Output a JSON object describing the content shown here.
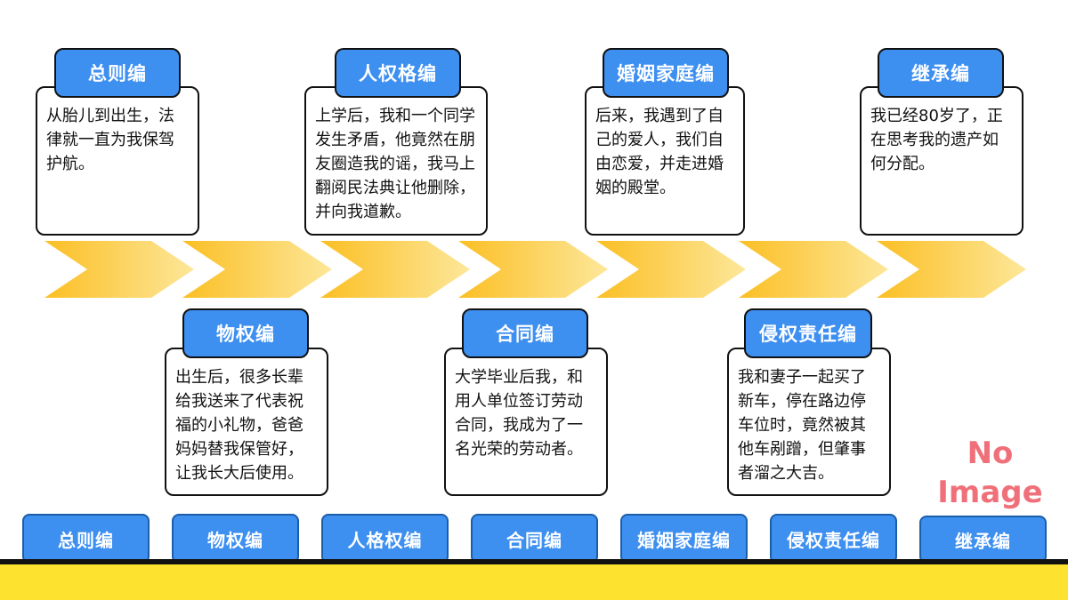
{
  "top_row": [
    {
      "tag": "总则编",
      "text": "从胎儿到出生，法律就一直为我保驾护航。"
    },
    {
      "tag": "人权格编",
      "text": "上学后，我和一个同学发生矛盾，他竟然在朋友圈造我的谣，我马上翻阅民法典让他删除，并向我道歉。"
    },
    {
      "tag": "婚姻家庭编",
      "text": "后来，我遇到了自己的爱人，我们自由恋爱，并走进婚姻的殿堂。"
    },
    {
      "tag": "继承编",
      "text": "我已经80岁了，正在思考我的遗产如何分配。"
    }
  ],
  "bottom_row": [
    {
      "tag": "物权编",
      "text": "出生后，很多长辈给我送来了代表祝福的小礼物，爸爸妈妈替我保管好，让我长大后使用。"
    },
    {
      "tag": "合同编",
      "text": "大学毕业后我，和用人单位签订劳动合同，我成为了一名光荣的劳动者。"
    },
    {
      "tag": "侵权责任编",
      "text": "我和妻子一起买了新车，停在路边停车位时，竟然被其他车剐蹭，但肇事者溜之大吉。"
    }
  ],
  "nav_tabs": [
    "总则编",
    "物权编",
    "人格权编",
    "合同编",
    "婚姻家庭编",
    "侵权责任编",
    "继承编"
  ],
  "placeholder": {
    "line1": "No",
    "line2": "Image"
  },
  "colors": {
    "tag_blue": "#3d8ff0",
    "arrow_yellow": "#fbc52a",
    "band_yellow": "#fde22f",
    "placeholder_red": "#f0707a"
  }
}
